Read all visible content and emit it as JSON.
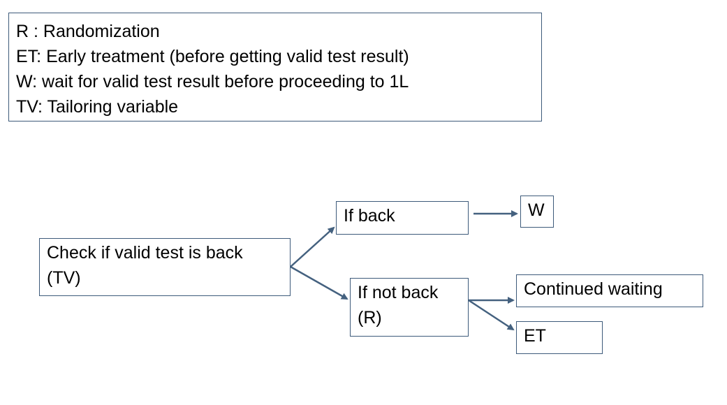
{
  "legend": {
    "lines": [
      "R : Randomization",
      "ET: Early treatment (before getting valid test result)",
      "W: wait for valid test result before proceeding to 1L",
      "TV: Tailoring variable"
    ]
  },
  "nodes": {
    "check": {
      "line1": "Check if valid test is back",
      "line2": "(TV)"
    },
    "back": {
      "label": "If back"
    },
    "w": {
      "label": "W"
    },
    "not_back": {
      "line1": "If not back",
      "line2": "(R)"
    },
    "wait": {
      "label": "Continued waiting"
    },
    "et": {
      "label": "ET"
    }
  },
  "colors": {
    "border": "#3d5a7a",
    "arrow": "#44617f"
  }
}
